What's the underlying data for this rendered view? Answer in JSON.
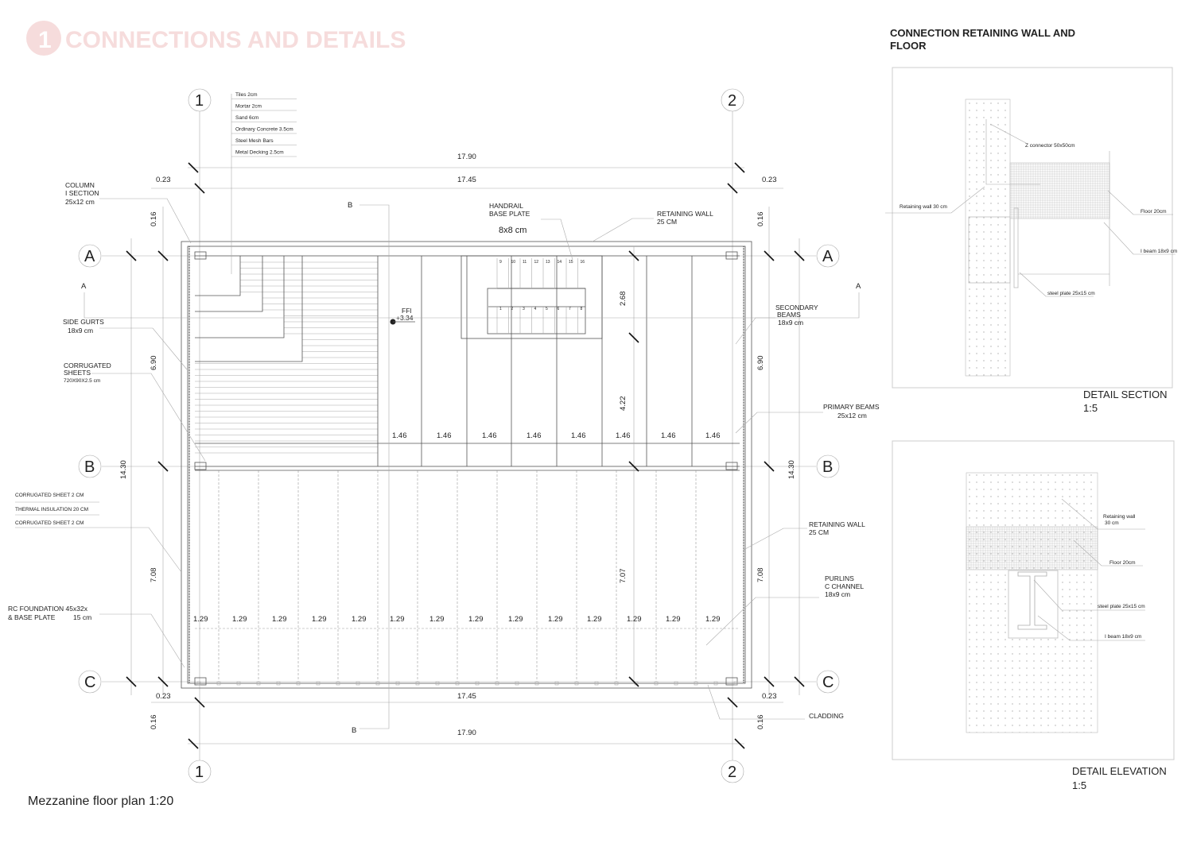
{
  "watermark": {
    "number": "1",
    "title": "CONNECTIONS AND  DETAILS",
    "color": "#f6dcdc"
  },
  "plan": {
    "caption": "Mezzanine floor plan 1:20",
    "grid": {
      "cols": [
        "1",
        "2"
      ],
      "rows": [
        "A",
        "B",
        "C"
      ]
    },
    "section_marks": {
      "a": "A",
      "b": "B"
    },
    "dims": {
      "overall": "17.90",
      "inner": "17.45",
      "offset": "0.23",
      "edge": "0.16",
      "ab": "6.90",
      "bc": "7.08",
      "total": "14.30",
      "stair_depth": "2.68",
      "upper_rest": "4.22",
      "lower": "7.07",
      "upper_bay": "1.46",
      "lower_bay": "1.29"
    },
    "layers": [
      "Tiles 2cm",
      "Mortar 2cm",
      "Sand 6cm",
      "Ordinary Concrete 3.5cm",
      "Steel Mesh Bars",
      "Metal Decking 2.5cm"
    ],
    "wall_layers": [
      "CORRUGATED SHEET 2 CM",
      "THERMAL INSULATION 20 CM",
      "CORRUGATED SHEET 2 CM"
    ],
    "labels": {
      "column": [
        "COLUMN",
        "I SECTION",
        "25x12 cm"
      ],
      "side_gurts": [
        "SIDE GURTS",
        "18x9 cm"
      ],
      "corrugated": [
        "CORRUGATED",
        "SHEETS",
        "720X90X2.5 cm"
      ],
      "foundation": [
        "RC FOUNDATION 45x32x",
        "& BASE PLATE",
        "15 cm"
      ],
      "handrail": [
        "HANDRAIL",
        "BASE PLATE",
        "8x8 cm"
      ],
      "retaining_top": [
        "RETAINING WALL",
        "25 CM"
      ],
      "secondary": [
        "SECONDARY",
        "BEAMS",
        "18x9 cm"
      ],
      "primary": [
        "PRIMARY BEAMS",
        "25x12 cm"
      ],
      "retaining_side": [
        "RETAINING WALL",
        "25 CM"
      ],
      "purlins": [
        "PURLINS",
        "C CHANNEL",
        "18x9 cm"
      ],
      "cladding": "CLADDING",
      "ffl": [
        "FFl",
        "+3.34"
      ]
    },
    "stair_numbers_top": [
      "9",
      "10",
      "11",
      "12",
      "13",
      "14",
      "15",
      "16"
    ],
    "stair_numbers_bottom": [
      "1",
      "2",
      "3",
      "4",
      "5",
      "6",
      "7",
      "8"
    ]
  },
  "details": {
    "header": [
      "CONNECTION RETAINING WALL AND",
      "FLOOR"
    ],
    "section": {
      "title": "DETAIL SECTION",
      "scale": "1:5",
      "labels": {
        "z": "Z connector 50x50cm",
        "wall": "Retaining wall 30 cm",
        "floor": "Floor 20cm",
        "beam": "I beam 18x9 cm",
        "plate": "steel plate 25x15 cm"
      }
    },
    "elevation": {
      "title": "DETAIL ELEVATION",
      "scale": "1:5",
      "labels": {
        "wall": [
          "Retaining wall",
          "30 cm"
        ],
        "floor": "Floor 20cm",
        "plate": "steel plate 25x15 cm",
        "beam": "I beam 18x9 cm"
      }
    }
  }
}
